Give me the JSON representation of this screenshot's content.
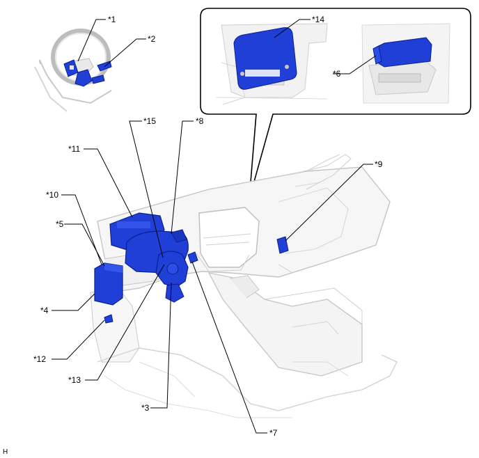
{
  "callouts": {
    "c1": "*1",
    "c2": "*2",
    "c3": "*3",
    "c4": "*4",
    "c5": "*5",
    "c6": "*6",
    "c7": "*7",
    "c8": "*8",
    "c9": "*9",
    "c10": "*10",
    "c11": "*11",
    "c12": "*12",
    "c13": "*13",
    "c14": "*14",
    "c15": "*15"
  },
  "figure_id": "H",
  "colors": {
    "component_blue": "#1f3fd6",
    "component_blue_dark": "#0b1f8f",
    "interior_line": "#b9b9b9",
    "interior_fill": "#f3f3f3",
    "leader_line": "#000000"
  }
}
